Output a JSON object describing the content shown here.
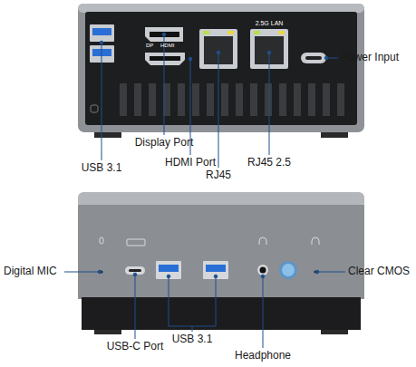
{
  "diagram": {
    "labels": [
      "DP",
      "HDMI",
      "2.5G LAN",
      "Power Input",
      "Display Port",
      "HDMI Port",
      "USB 3.1",
      "RJ45",
      "RJ45 2.5",
      "Digital MIC",
      "Clear CMOS",
      "USB-C Port",
      "USB 3.1",
      "Headphone"
    ]
  }
}
